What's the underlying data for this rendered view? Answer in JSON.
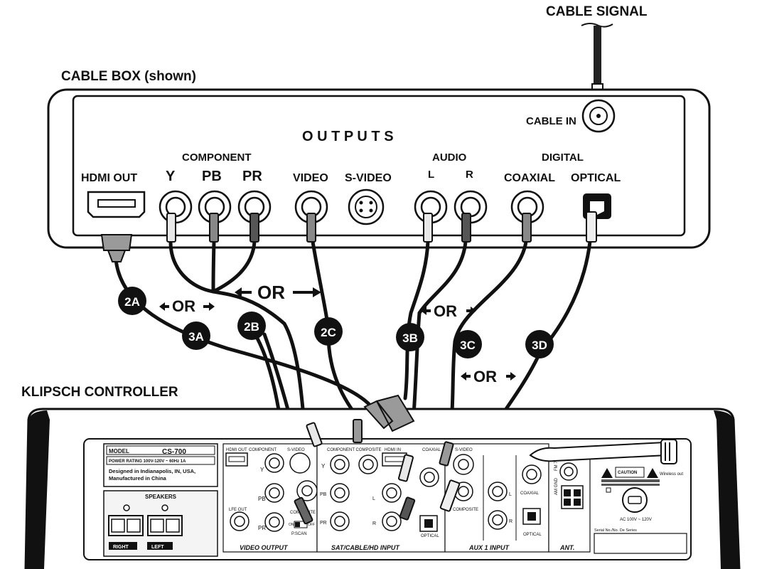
{
  "titles": {
    "cable_signal": "CABLE SIGNAL",
    "cable_box": "CABLE  BOX (shown)",
    "controller": "KLIPSCH CONTROLLER"
  },
  "cable_box": {
    "cable_in": "CABLE IN",
    "outputs": "O U T P U T S",
    "component": "COMPONENT",
    "audio": "AUDIO",
    "digital": "DIGITAL",
    "hdmi_out": "HDMI OUT",
    "y": "Y",
    "pb": "PB",
    "pr": "PR",
    "video": "VIDEO",
    "s_video": "S-VIDEO",
    "l": "L",
    "r": "R",
    "coaxial": "COAXIAL",
    "optical": "OPTICAL"
  },
  "badges": [
    "2A",
    "3A",
    "2B",
    "2C",
    "3B",
    "3C",
    "3D"
  ],
  "or_labels": [
    "OR",
    "OR",
    "OR",
    "OR"
  ],
  "controller": {
    "model_label": "MODEL",
    "model_value": "CS-700",
    "power_rating": "POWER RATING  100V-120V  ~  60Hz  1A",
    "designed": "Designed in Indianapolis, IN, USA,",
    "manufactured": "Manufactured in China",
    "speakers": "SPEAKERS",
    "right": "RIGHT",
    "left": "LEFT",
    "hdmi_out": "HDMI OUT",
    "component": "COMPONENT",
    "s_video": "S-VIDEO",
    "lfe_out": "LFE OUT",
    "composite": "COMPOSITE",
    "p_scan": "P.SCAN",
    "on": "ON",
    "off": "OFF",
    "video_output": "VIDEO OUTPUT",
    "comp_composite": "COMPONENT  COMPOSITE",
    "hdmi_in": "HDMI IN",
    "coaxial": "COAXIAL",
    "optical": "OPTICAL",
    "s_video2": "S-VIDEO",
    "composite2": "COMPOSITE",
    "sat_input": "SAT/CABLE/HD INPUT",
    "aux_input": "AUX 1 INPUT",
    "coaxial2": "COAXIAL",
    "optical2": "OPTICAL",
    "ant": "ANT.",
    "am_gnd": "AM  GND",
    "fm": "FM 75Ω",
    "caution": "CAUTION",
    "wireless_out": "Wireless out",
    "ac": "AC 100V ~ 120V",
    "serial": "Serial No./No. De Series",
    "y": "Y",
    "pb": "PB",
    "pr": "PR",
    "l": "L",
    "r": "R"
  }
}
